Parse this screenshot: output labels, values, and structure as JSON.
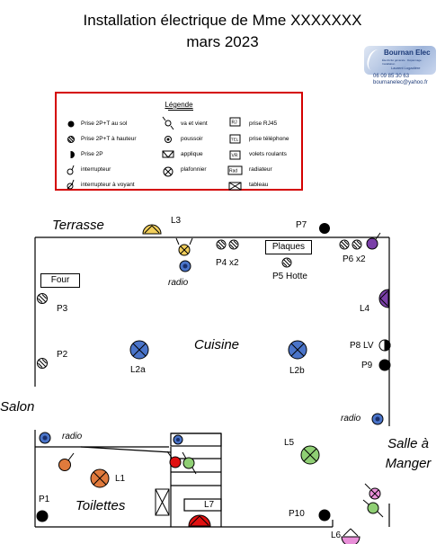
{
  "header": {
    "title": "Installation électrique de Mme XXXXXXX",
    "date": "mars 2023"
  },
  "logo": {
    "brand": "Bournan Elec",
    "tagline": "Électricité générale · Dépannage · Installation",
    "person": "Laurent Lugadière",
    "phone": "06 09 85 30 63",
    "email": "bournanelec@yahoo.fr"
  },
  "legend": {
    "title": "Légende",
    "items": [
      {
        "label": "Prise 2P+T au sol",
        "icon": "filled-dot-icon"
      },
      {
        "label": "Prise 2P+T à hauteur",
        "icon": "hatched-circle-icon"
      },
      {
        "label": "Prise 2P",
        "icon": "half-circle-icon"
      },
      {
        "label": "interrupteur",
        "icon": "switch-icon"
      },
      {
        "label": "interrupteur à voyant",
        "icon": "light-switch-icon"
      },
      {
        "label": "va et vient",
        "icon": "two-way-switch-icon"
      },
      {
        "label": "poussoir",
        "icon": "pushbutton-icon"
      },
      {
        "label": "applique",
        "icon": "wall-light-icon"
      },
      {
        "label": "plafonnier",
        "icon": "ceiling-light-icon"
      },
      {
        "label": "prise RJ45",
        "icon": "rj45-icon",
        "code": "RJ"
      },
      {
        "label": "prise téléphone",
        "icon": "phone-socket-icon",
        "code": "TEL"
      },
      {
        "label": "volets roulants",
        "icon": "shutter-icon",
        "code": "VR"
      },
      {
        "label": "radiateur",
        "icon": "radiator-icon",
        "code": "Rad"
      },
      {
        "label": "tableau",
        "icon": "panel-icon"
      }
    ]
  },
  "rooms": {
    "terrasse": "Terrasse",
    "cuisine": "Cuisine",
    "salon": "Salon",
    "salle_a_manger": "Salle à\nManger",
    "toilettes": "Toilettes"
  },
  "boxes": {
    "four": "Four",
    "plaques": "Plaques"
  },
  "labels": {
    "L3": "L3",
    "P7": "P7",
    "P4": "P4 x2",
    "P5": "P5 Hotte",
    "P6": "P6 x2",
    "radio1": "radio",
    "radio2": "radio",
    "radio3": "radio",
    "P3": "P3",
    "P2": "P2",
    "L4": "L4",
    "P8": "P8 LV",
    "P9": "P9",
    "L2a": "L2a",
    "L2b": "L2b",
    "L5": "L5",
    "L1": "L1",
    "P1": "P1",
    "L7": "L7",
    "P10": "P10",
    "L6": "L6"
  },
  "colors": {
    "legend_border": "#d40000",
    "yellow": "#f2cf5c",
    "blue": "#4a74c9",
    "purple": "#7a3fa8",
    "green": "#8fcf74",
    "orange": "#e07a3c",
    "red": "#e01010",
    "pink": "#e88fd8"
  }
}
